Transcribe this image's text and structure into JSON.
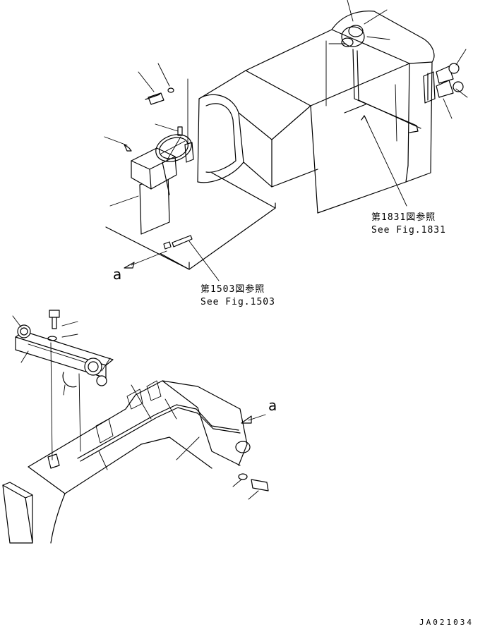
{
  "references": {
    "fig1831_jp": "第1831図参照",
    "fig1831_en": "See Fig.1831",
    "fig1503_jp": "第1503図参照",
    "fig1503_en": "See Fig.1503"
  },
  "markers": {
    "view_a_top": "a",
    "view_a_bottom": "a"
  },
  "drawing_code": "JA021034"
}
